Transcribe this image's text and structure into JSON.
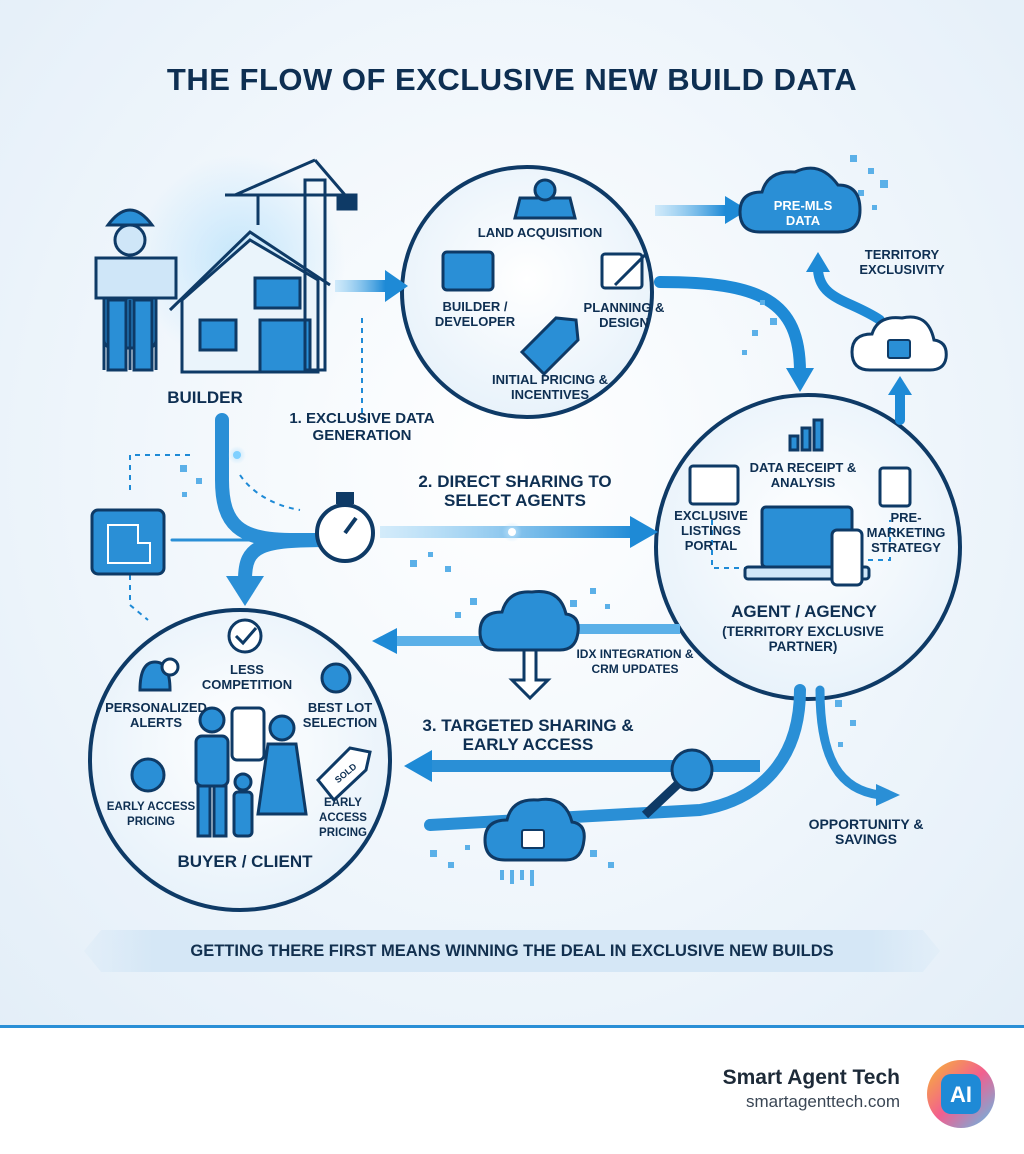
{
  "title": "THE FLOW OF EXCLUSIVE NEW BUILD DATA",
  "nodes": {
    "builder": "BUILDER",
    "agent": "AGENT / AGENCY",
    "agent_sub": "(TERRITORY EXCLUSIVE PARTNER)",
    "buyer": "BUYER / CLIENT"
  },
  "builder_circle": {
    "land": "LAND ACQUISITION",
    "developer": "BUILDER / DEVELOPER",
    "planning": "PLANNING & DESIGN",
    "pricing": "INITIAL PRICING & INCENTIVES"
  },
  "agent_circle": {
    "receipt": "DATA RECEIPT & ANALYSIS",
    "portal": "EXCLUSIVE LISTINGS PORTAL",
    "strategy": "PRE-MARKETING STRATEGY"
  },
  "buyer_circle": {
    "competition": "LESS COMPETITION",
    "alerts": "PERSONALIZED ALERTS",
    "best_lot": "BEST LOT SELECTION",
    "pricing_left": "EARLY ACCESS PRICING",
    "pricing_right": "EARLY ACCESS PRICING",
    "sold_tag": "SOLD"
  },
  "steps": {
    "step1": "1. EXCLUSIVE DATA GENERATION",
    "step2": "2. DIRECT SHARING TO SELECT AGENTS",
    "step3": "3. TARGETED SHARING & EARLY ACCESS"
  },
  "side_labels": {
    "pre_mls": "PRE-MLS DATA",
    "territory": "TERRITORY EXCLUSIVITY",
    "idx": "IDX INTEGRATION & CRM UPDATES",
    "opportunity": "OPPORTUNITY & SAVINGS"
  },
  "banner": "GETTING THERE FIRST MEANS WINNING THE DEAL IN EXCLUSIVE NEW BUILDS",
  "footer": {
    "brand": "Smart Agent Tech",
    "url": "smartagenttech.com",
    "logo_text": "AI"
  },
  "colors": {
    "navy": "#0e3a66",
    "blue": "#1e8ad6",
    "light_blue": "#5bb8f0",
    "pale": "#d5e7f6"
  }
}
